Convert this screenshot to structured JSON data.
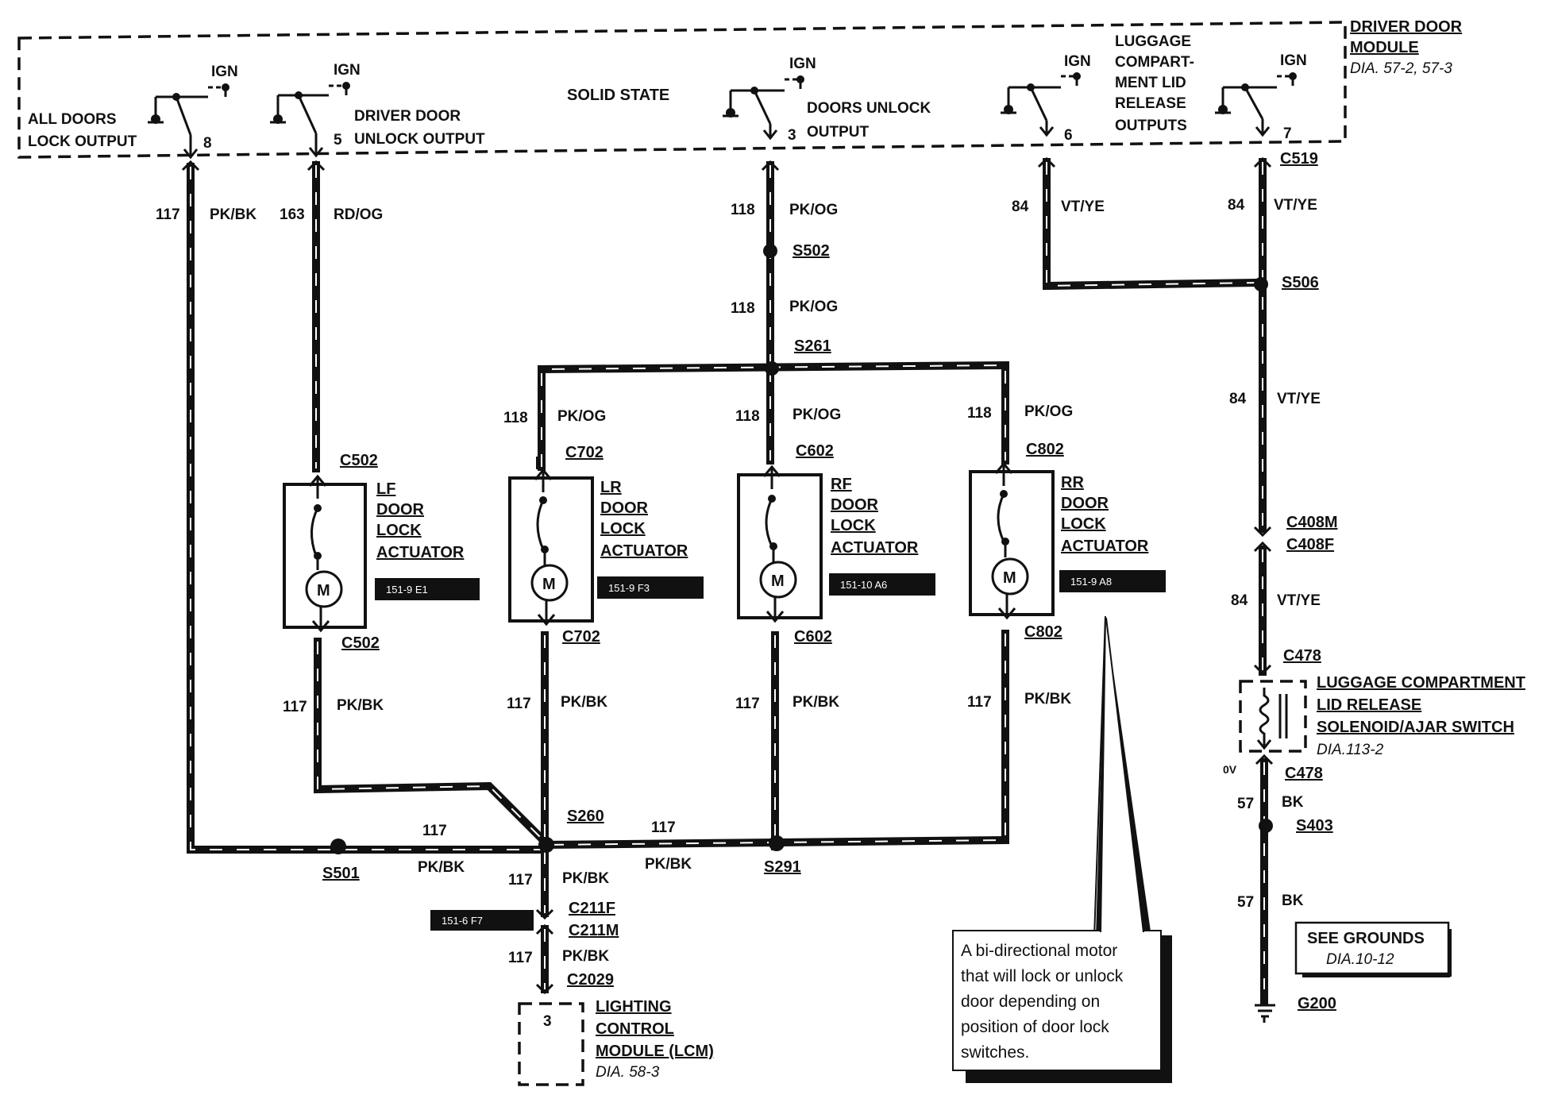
{
  "module": {
    "title_line1": "DRIVER DOOR",
    "title_line2": "MODULE",
    "dia": "DIA. 57-2, 57-3",
    "solid_state": "SOLID STATE",
    "ign": "IGN",
    "outputs": {
      "all_doors_lock": [
        "ALL DOORS",
        "LOCK OUTPUT"
      ],
      "driver_door_unlock": [
        "DRIVER DOOR",
        "UNLOCK OUTPUT"
      ],
      "doors_unlock": [
        "DOORS UNLOCK",
        "OUTPUT"
      ],
      "luggage": [
        "LUGGAGE",
        "COMPART-",
        "MENT LID",
        "RELEASE",
        "OUTPUTS"
      ]
    },
    "pins": [
      "8",
      "5",
      "3",
      "6",
      "7"
    ]
  },
  "circuits": {
    "c117": "117",
    "c163": "163",
    "c118": "118",
    "c84": "84",
    "c57": "57",
    "pkbk": "PK/BK",
    "rdog": "RD/OG",
    "pkog": "PK/OG",
    "vtye": "VT/YE",
    "bk": "BK"
  },
  "connectors": {
    "c519": "C519",
    "c502": "C502",
    "c702": "C702",
    "c602": "C602",
    "c802": "C802",
    "c408m": "C408M",
    "c408f": "C408F",
    "c478": "C478",
    "c211f": "C211F",
    "c211m": "C211M",
    "c2029": "C2029"
  },
  "splices": {
    "s502": "S502",
    "s506": "S506",
    "s261": "S261",
    "s260": "S260",
    "s501": "S501",
    "s291": "S291",
    "s403": "S403"
  },
  "actuators": {
    "lf": {
      "l1": "LF",
      "l2": "DOOR",
      "l3": "LOCK",
      "l4": "ACTUATOR",
      "ref": "151-9 E1"
    },
    "lr": {
      "l1": "LR",
      "l2": "DOOR",
      "l3": "LOCK",
      "l4": "ACTUATOR",
      "ref": "151-9 F3"
    },
    "rf": {
      "l1": "RF",
      "l2": "DOOR",
      "l3": "LOCK",
      "l4": "ACTUATOR",
      "ref": "151-10 A6"
    },
    "rr": {
      "l1": "RR",
      "l2": "DOOR",
      "l3": "LOCK",
      "l4": "ACTUATOR",
      "ref": "151-9 A8"
    },
    "motor": "M"
  },
  "refs": {
    "c211": "151-6 F7"
  },
  "solenoid": {
    "l1": "LUGGAGE COMPARTMENT",
    "l2": "LID RELEASE",
    "l3": "SOLENOID/AJAR SWITCH",
    "dia": "DIA.113-2",
    "zero_v": "0V"
  },
  "grounds": {
    "title": "SEE GROUNDS",
    "dia": "DIA.10-12",
    "g200": "G200"
  },
  "lcm": {
    "pin": "3",
    "l1": "LIGHTING",
    "l2": "CONTROL",
    "l3": "MODULE (LCM)",
    "dia": "DIA. 58-3"
  },
  "note": [
    "A bi-directional motor",
    "that will lock or unlock",
    "door depending on",
    "position of door lock",
    "switches."
  ]
}
